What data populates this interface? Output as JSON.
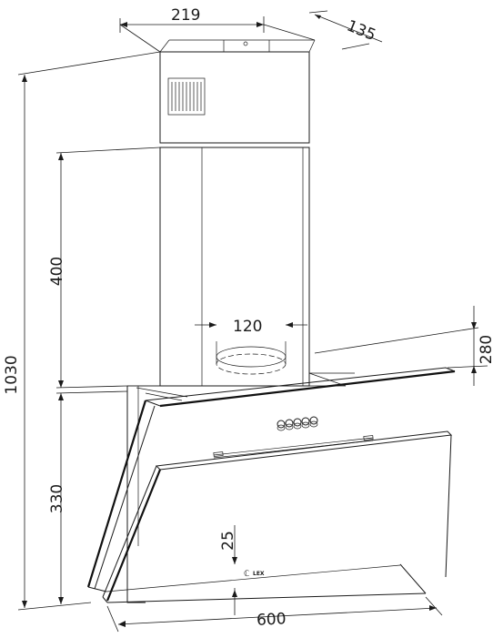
{
  "dimensions": {
    "chimney_width": "219",
    "chimney_depth": "135",
    "total_height": "1030",
    "upper_height": "400",
    "lower_height": "330",
    "outlet_diameter": "120",
    "hood_depth": "280",
    "hood_width": "600",
    "bottom_gap": "25"
  },
  "brand": "LEX"
}
